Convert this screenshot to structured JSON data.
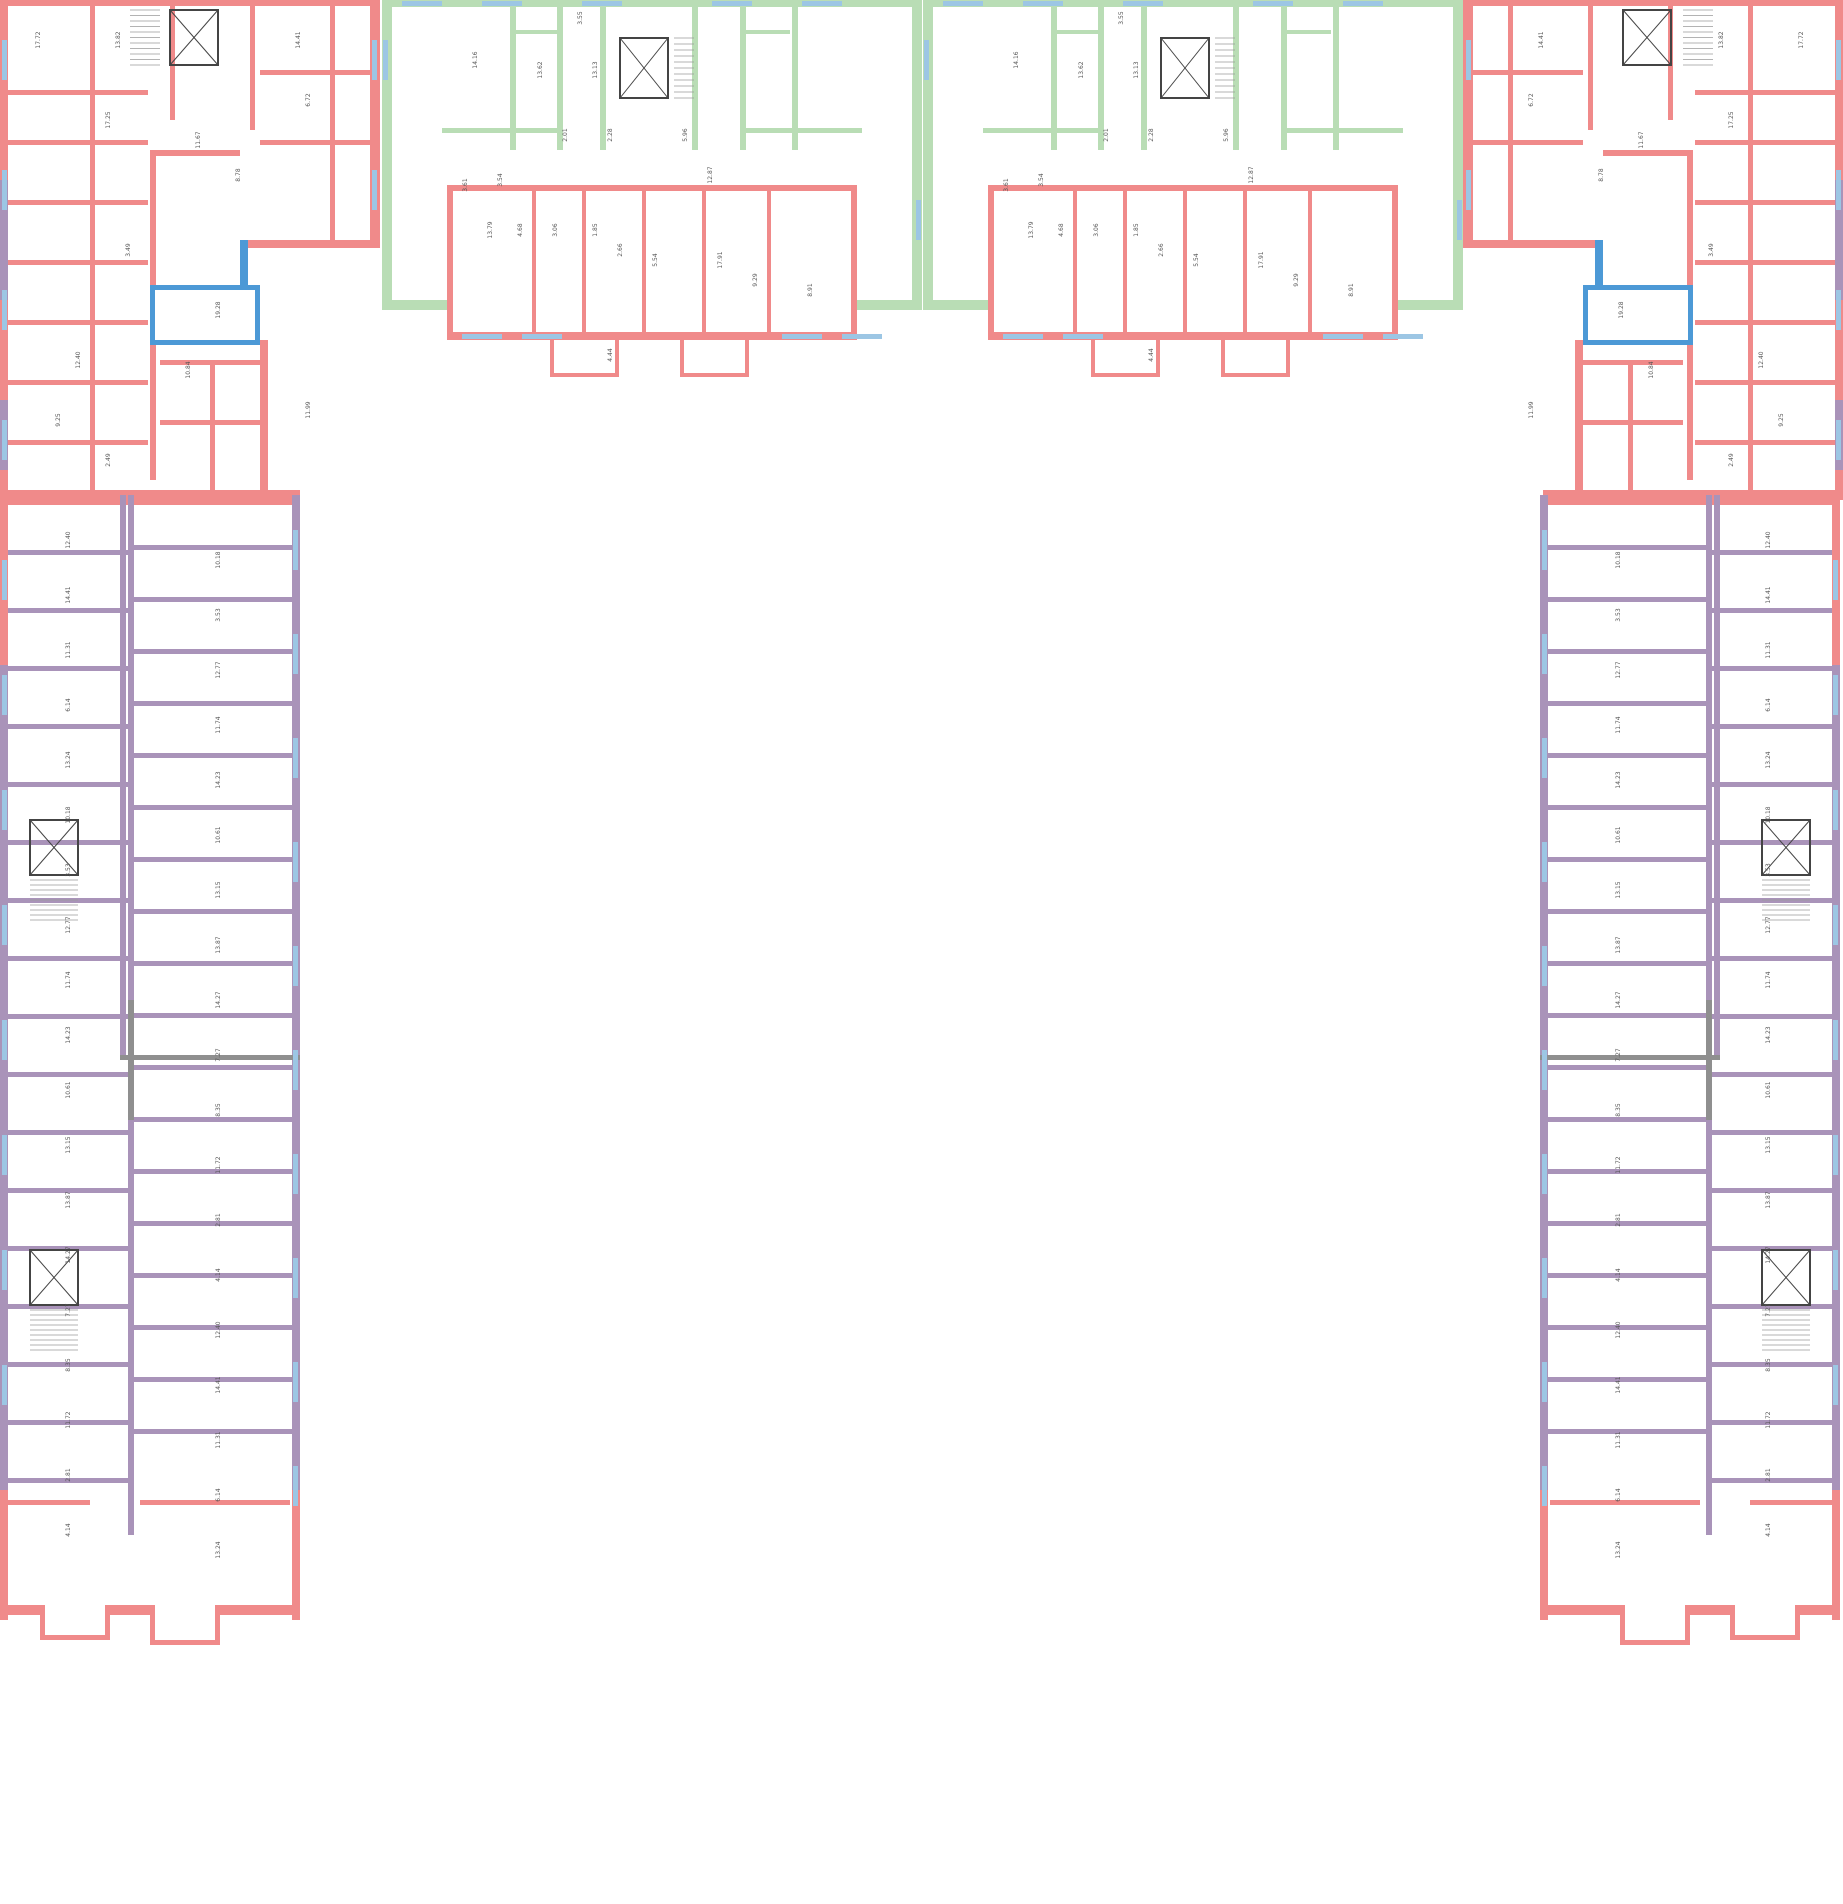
{
  "plan": {
    "colors": {
      "wall": "#f08a8a",
      "wall_dark": "#e56d6d",
      "green": "#b9ddb5",
      "purple": "#a993b9",
      "blue": "#4c99d6",
      "window": "#9cc6e4",
      "grey": "#8f8f8f",
      "interior": "#d8d8d8"
    },
    "top_row_areas": [
      "14.16",
      "13.62",
      "3.55",
      "13.13",
      "2.01",
      "2.28",
      "5.96",
      "12.87",
      "3.61",
      "3.54",
      "13.79",
      "4.68",
      "3.06",
      "1.85",
      "2.66",
      "5.54",
      "17.91",
      "9.29",
      "8.91",
      "4.44"
    ],
    "left_wing_areas": [
      "12.40",
      "14.41",
      "11.31",
      "6.14",
      "13.24",
      "10.18",
      "3.53",
      "12.77",
      "11.74",
      "14.23",
      "10.61",
      "13.15",
      "13.87",
      "14.27",
      "7.27",
      "8.35",
      "11.72",
      "2.81",
      "4.14"
    ],
    "right_wing_areas": [
      "12.40",
      "14.41",
      "11.31",
      "6.14",
      "13.24",
      "10.18",
      "3.53",
      "12.77",
      "11.74",
      "14.23",
      "10.61",
      "13.15",
      "13.87",
      "14.27",
      "7.27",
      "8.35",
      "11.72",
      "2.81",
      "4.14"
    ],
    "corner_areas": [
      "17.72",
      "13.82",
      "14.41",
      "8.78",
      "11.67",
      "10.84",
      "19.28",
      "12.40",
      "9.25",
      "17.25",
      "11.99",
      "6.72",
      "3.49",
      "2.49"
    ]
  }
}
